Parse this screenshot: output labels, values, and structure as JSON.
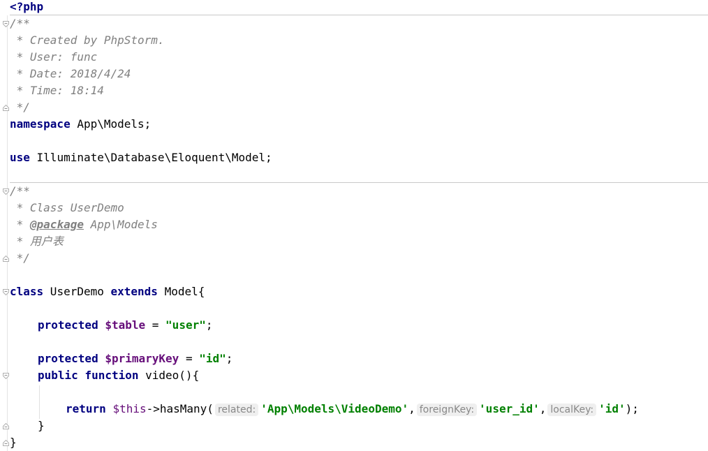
{
  "editor": {
    "line1_open": "<?php",
    "line2_doc_open": "/**",
    "line3_created": " * Created by PhpStorm.",
    "line4_user": " * User: func",
    "line5_date": " * Date: 2018/4/24",
    "line6_time": " * Time: 18:14",
    "line7_doc_close": " */",
    "ns_keyword": "namespace",
    "ns_value": " App\\Models;",
    "use_keyword": "use",
    "use_value": " Illuminate\\Database\\Eloquent\\Model;",
    "doc2_open": "/**",
    "doc2_class": " * Class UserDemo",
    "doc2_pkg_prefix": " * ",
    "doc2_pkg_tag": "@package",
    "doc2_pkg_value": " App\\Models",
    "doc2_cn": " * 用户表",
    "doc2_close": " */",
    "class_kw": "class",
    "class_name": " UserDemo ",
    "extends_kw": "extends",
    "class_base": " Model{",
    "prot1_kw": "protected",
    "prot1_var": "$table",
    "prot1_eq": " = ",
    "prot1_str": "\"user\"",
    "prot1_semi": ";",
    "prot2_kw": "protected",
    "prot2_var": "$primaryKey",
    "prot2_eq": " = ",
    "prot2_str": "\"id\"",
    "prot2_semi": ";",
    "pub_kw": "public",
    "func_kw": "function",
    "func_sig": " video(){",
    "ret_kw": "return",
    "ret_this": "$this",
    "ret_call": "->hasMany(",
    "hint_related": "related:",
    "arg1": "'App\\Models\\VideoDemo'",
    "comma1": ",",
    "hint_foreign": "foreignKey:",
    "arg2": "'user_id'",
    "comma2": ",",
    "hint_local": "localKey:",
    "arg3": "'id'",
    "ret_end": ");",
    "close_method": "}",
    "close_class": "}"
  }
}
